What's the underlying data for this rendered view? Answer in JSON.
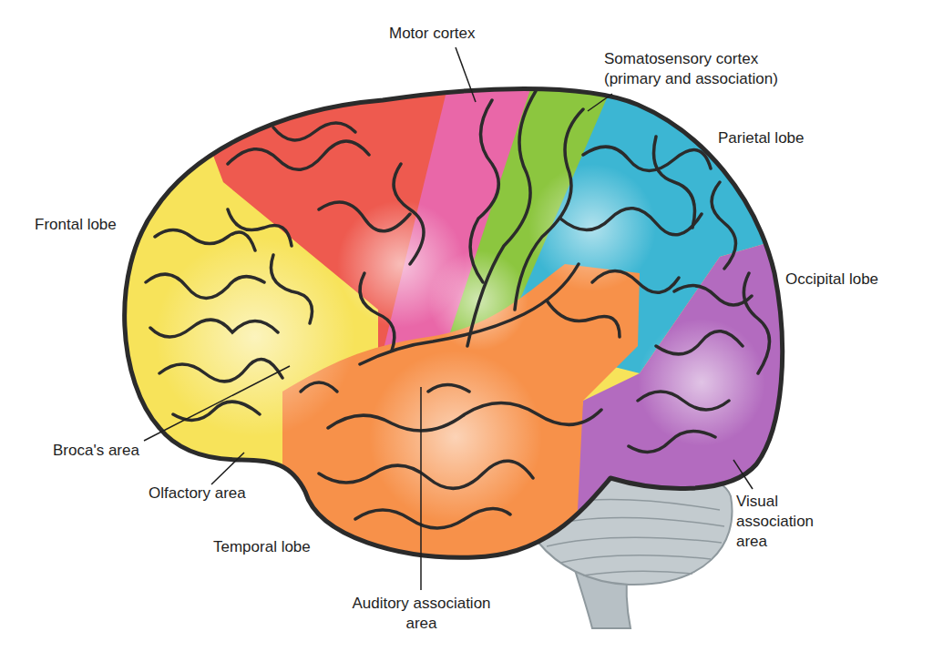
{
  "diagram": {
    "labels": [
      "Motor cortex",
      "Somatosensory cortex (primary and association)",
      "Parietal lobe",
      "Frontal lobe",
      "Occipital lobe",
      "Broca's area",
      "Olfactory area",
      "Visual association area",
      "Temporal lobe",
      "Auditory association area"
    ]
  }
}
